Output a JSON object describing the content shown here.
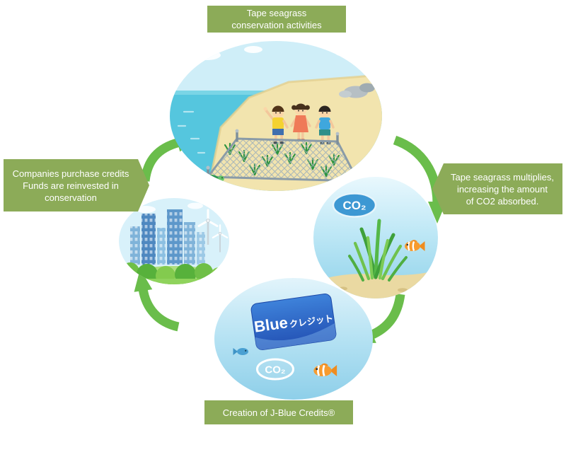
{
  "diagram": {
    "top_label": {
      "line1": "Tape seagrass",
      "line2": "conservation activities"
    },
    "right_label": {
      "line1": "Tape seagrass multiplies,",
      "line2": "increasing the amount",
      "line3": "of CO2 absorbed."
    },
    "left_label": {
      "line1": "Companies purchase credits",
      "line2": "Funds are reinvested in",
      "line3": "conservation"
    },
    "bottom_label": {
      "line1": "Creation of J-Blue Credits®"
    }
  },
  "card": {
    "brand_en": "Blue",
    "brand_jp": "クレジット"
  },
  "co2": "CO₂",
  "colors": {
    "label_green": "#8cab58",
    "arrow_green": "#6abd4b",
    "card_blue": "#2f63c6",
    "co2_badge_blue": "#3d98d3",
    "water_light_blue": "#b5e2f3",
    "seagrass_green": "#55b848",
    "label_text": "#ffffff"
  }
}
